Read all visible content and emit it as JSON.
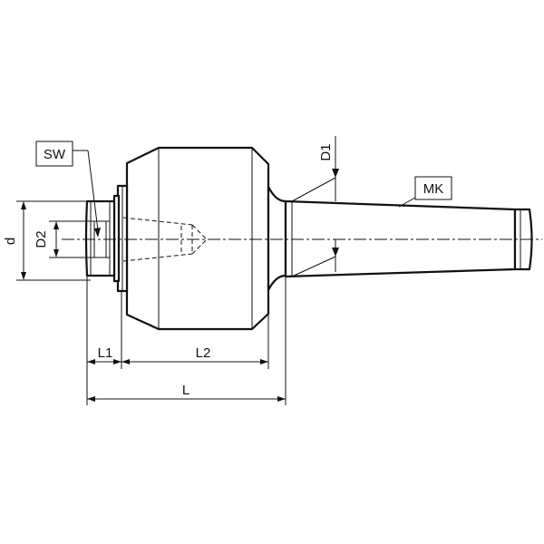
{
  "labels": {
    "sw": "SW",
    "mk": "MK",
    "d": "d",
    "d1": "D1",
    "d2": "D2",
    "l": "L",
    "l1": "L1",
    "l2": "L2"
  }
}
